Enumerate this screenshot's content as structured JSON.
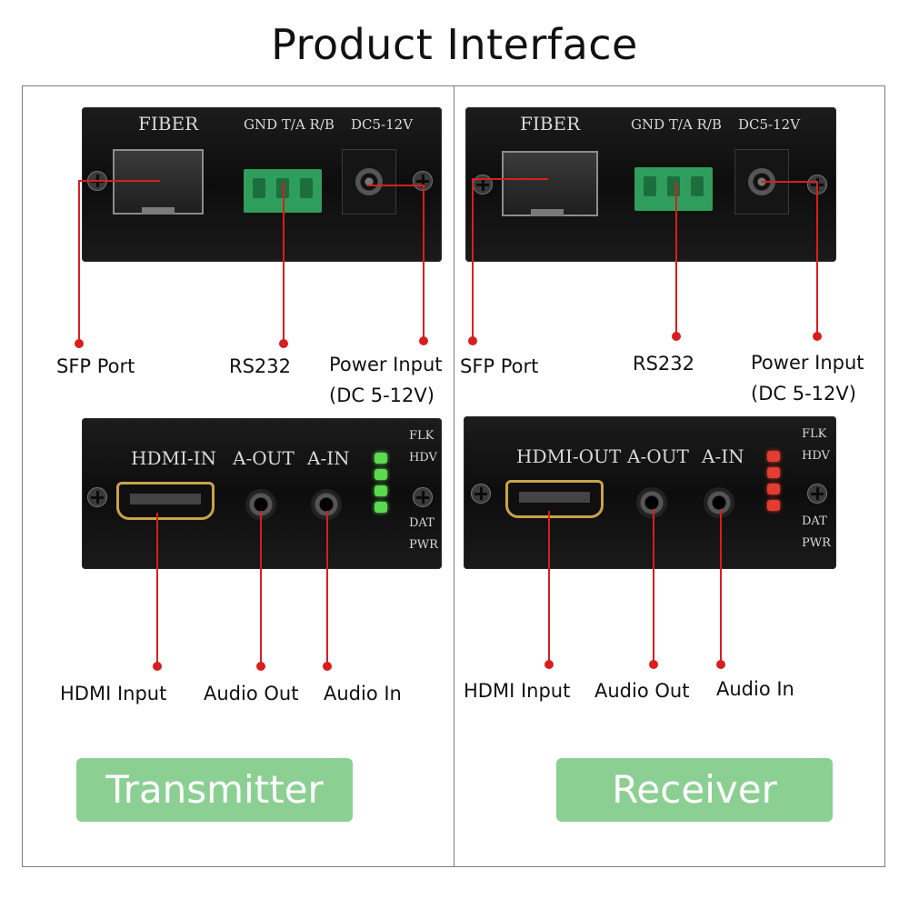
{
  "title": "Product Interface",
  "transmitter": {
    "label": "Transmitter",
    "fiber_panel": {
      "fiber": "FIBER",
      "rs232_pins": "GND T/A R/B",
      "dc": "DC5-12V",
      "callouts": {
        "sfp": "SFP Port",
        "rs232": "RS232",
        "power": "Power Input",
        "power_sub": "(DC 5-12V)"
      }
    },
    "av_panel": {
      "hdmi": "HDMI-IN",
      "aout": "A-OUT",
      "ain": "A-IN",
      "led_labels": [
        "FLK",
        "HDV",
        "DAT",
        "PWR"
      ],
      "led_color": "#5bd94f",
      "callouts": {
        "hdmi": "HDMI Input",
        "aout": "Audio Out",
        "ain": "Audio In"
      }
    }
  },
  "receiver": {
    "label": "Receiver",
    "fiber_panel": {
      "fiber": "FIBER",
      "rs232_pins": "GND T/A R/B",
      "dc": "DC5-12V",
      "callouts": {
        "sfp": "SFP Port",
        "rs232": "RS232",
        "power": "Power Input",
        "power_sub": "(DC 5-12V)"
      }
    },
    "av_panel": {
      "hdmi": "HDMI-OUT",
      "aout": "A-OUT",
      "ain": "A-IN",
      "led_labels": [
        "FLK",
        "HDV",
        "DAT",
        "PWR"
      ],
      "led_color": "#e33d2f",
      "callouts": {
        "hdmi": "HDMI Input",
        "aout": "Audio Out",
        "ain": "Audio In"
      }
    }
  },
  "colors": {
    "callout_line": "#d81e1e",
    "badge": "#8ccf93",
    "panel": "#111111"
  }
}
